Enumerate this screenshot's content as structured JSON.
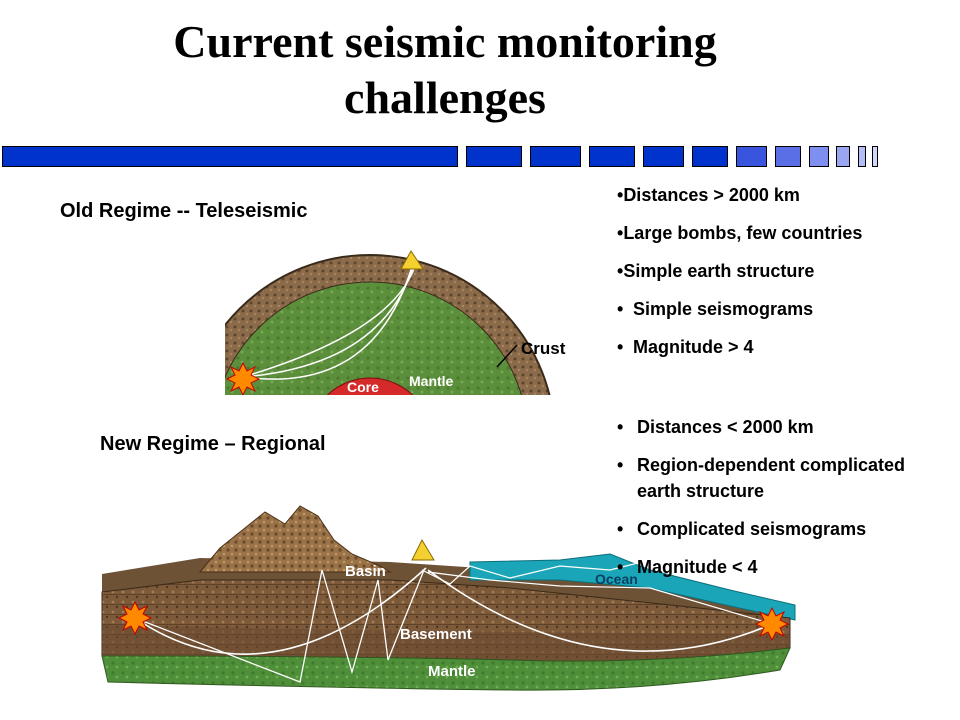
{
  "title_line1": "Current seismic monitoring",
  "title_line2": "challenges",
  "old_regime": {
    "label": "Old Regime -- Teleseismic",
    "diagram": {
      "crust_label": "Crust",
      "mantle_label": "Mantle",
      "core_label": "Core"
    },
    "bullets": [
      {
        "marker": "•",
        "text": "Distances > 2000 km"
      },
      {
        "marker": "•",
        "text": "Large bombs, few countries"
      },
      {
        "marker": "•",
        "text": "Simple earth structure"
      },
      {
        "marker": "•",
        "text": "Simple seismograms"
      },
      {
        "marker": "•",
        "text": "Magnitude > 4"
      }
    ]
  },
  "new_regime": {
    "label": "New Regime – Regional",
    "diagram": {
      "basin_label": "Basin",
      "basement_label": "Basement",
      "mantle_label": "Mantle",
      "ocean_label": "Ocean"
    },
    "bullets": [
      {
        "marker": "•",
        "text": "Distances < 2000 km"
      },
      {
        "marker": "•",
        "text": "Region-dependent complicated earth structure"
      },
      {
        "marker": "•",
        "text": "Complicated seismograms"
      },
      {
        "marker": "•",
        "text": "Magnitude < 4"
      }
    ]
  },
  "colors": {
    "bar_dark": "#0033cc",
    "bar_light": "#7f8fef",
    "crust": "#8b6b4a",
    "mantle": "#5c8f3c",
    "core": "#d42a2a",
    "ocean": "#1aa6b8"
  }
}
